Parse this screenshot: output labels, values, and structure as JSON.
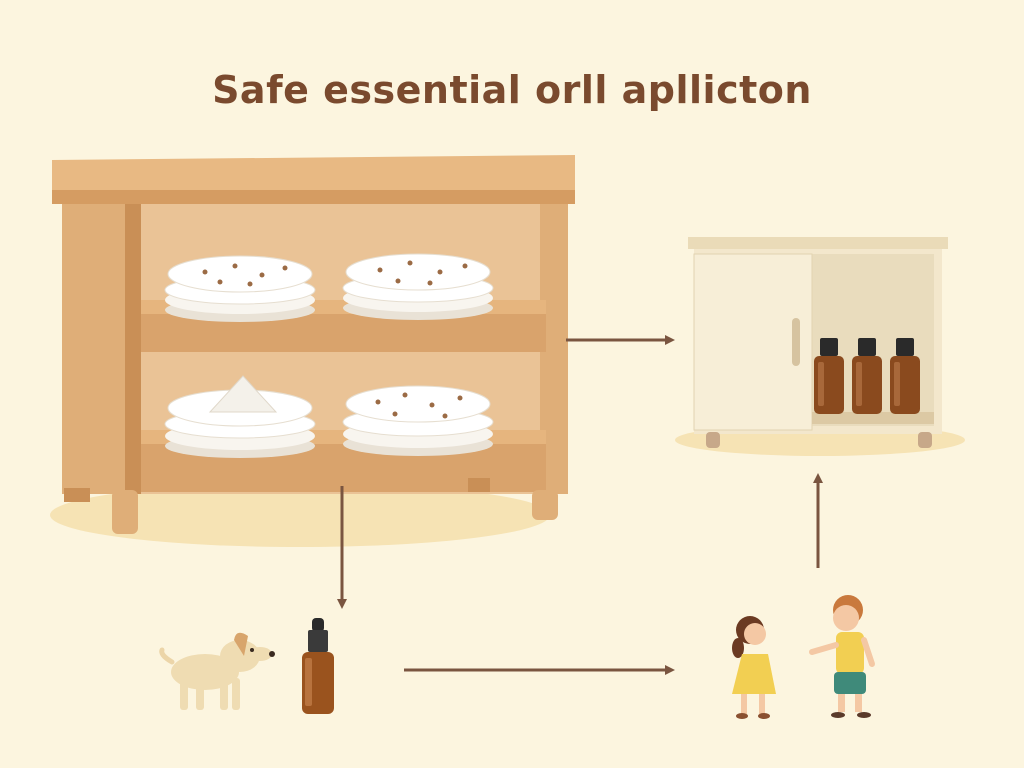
{
  "title": "Safe essential orll apllicton",
  "colors": {
    "background": "#fcf5df",
    "title": "#7a4a2e",
    "arrow": "#7a5540",
    "wood": "#e0b27e",
    "cabinet": "#f3e7cc",
    "bottle": "#8a4a1e"
  },
  "icons": [
    "wooden-shelf",
    "folded-cloth",
    "storage-cabinet",
    "oil-bottle",
    "dog",
    "girl",
    "boy",
    "arrow-right",
    "arrow-down",
    "arrow-up"
  ]
}
